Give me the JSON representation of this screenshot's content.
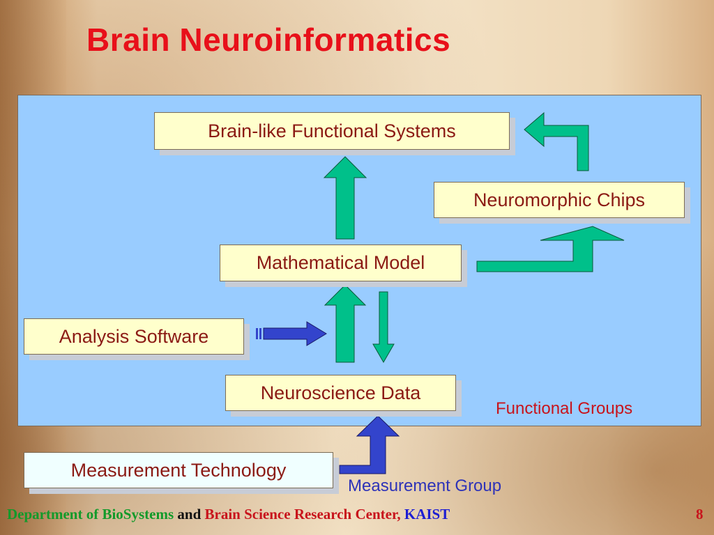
{
  "slide": {
    "title": "Brain Neuroinformatics",
    "page_number": "8"
  },
  "boxes": {
    "brain_like": "Brain-like Functional Systems",
    "neuromorphic": "Neuromorphic Chips",
    "math_model": "Mathematical Model",
    "analysis_software": "Analysis Software",
    "neuro_data": "Neuroscience Data",
    "measurement_tech": "Measurement Technology"
  },
  "labels": {
    "functional_groups": "Functional Groups",
    "measurement_group": "Measurement Group"
  },
  "footer": {
    "dept": "Department of BioSystems",
    "and": " and ",
    "center": "Brain Science Research Center, ",
    "kaist": "KAIST"
  },
  "colors": {
    "title": "#e8101a",
    "panel": "#99ccff",
    "box_fill": "#ffffcc",
    "box_text": "#8b1a14",
    "green_arrow": "#00c08a",
    "blue_arrow": "#3344cc",
    "footer_green": "#129a2a",
    "footer_red": "#c8141c",
    "footer_blue": "#1e1ed2"
  },
  "icons": [
    "up-arrow-icon",
    "down-arrow-icon",
    "right-arrow-icon",
    "bent-arrow-icon"
  ]
}
